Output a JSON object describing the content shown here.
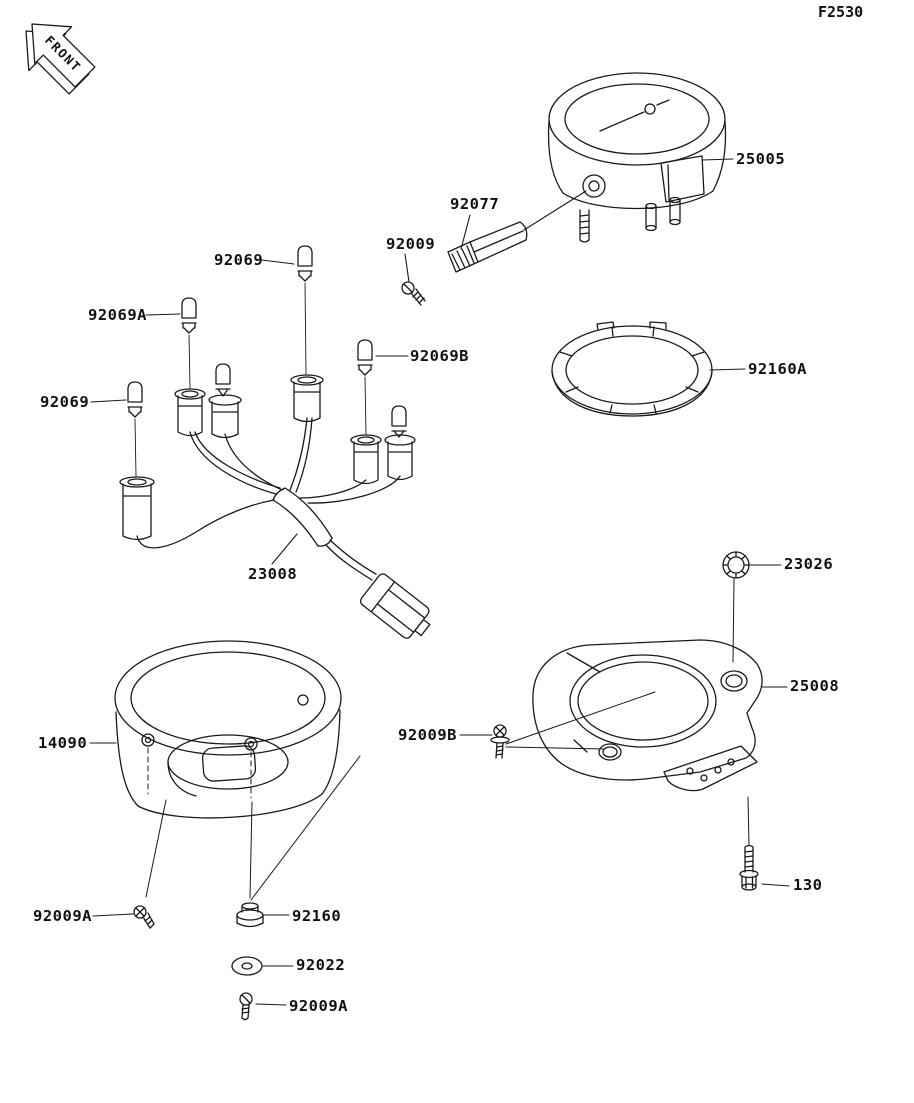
{
  "figure_id": "F2530",
  "front_marker": "FRONT",
  "parts": [
    {
      "id": "25005",
      "label": "25005"
    },
    {
      "id": "92077",
      "label": "92077"
    },
    {
      "id": "92009",
      "label": "92009"
    },
    {
      "id": "92069",
      "label": "92069"
    },
    {
      "id": "92069A",
      "label": "92069A"
    },
    {
      "id": "92069B",
      "label": "92069B"
    },
    {
      "id": "92160A",
      "label": "92160A"
    },
    {
      "id": "92069",
      "label": "92069"
    },
    {
      "id": "23008",
      "label": "23008"
    },
    {
      "id": "23026",
      "label": "23026"
    },
    {
      "id": "25008",
      "label": "25008"
    },
    {
      "id": "92009B",
      "label": "92009B"
    },
    {
      "id": "14090",
      "label": "14090"
    },
    {
      "id": "130",
      "label": "130"
    },
    {
      "id": "92009A",
      "label": "92009A"
    },
    {
      "id": "92160",
      "label": "92160"
    },
    {
      "id": "92022",
      "label": "92022"
    },
    {
      "id": "92009A",
      "label": "92009A"
    }
  ]
}
